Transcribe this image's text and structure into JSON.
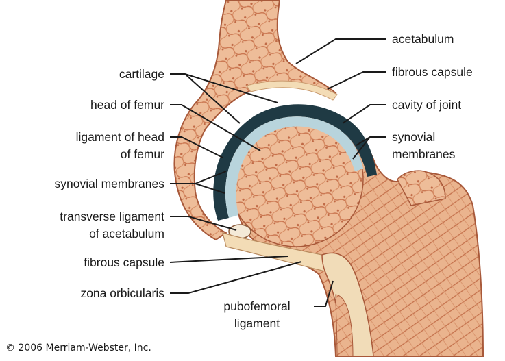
{
  "labels": {
    "acetabulum": "acetabulum",
    "fibrous_capsule_top": "fibrous capsule",
    "cavity_of_joint": "cavity of joint",
    "synovial_membranes_right_1": "synovial",
    "synovial_membranes_right_2": "membranes",
    "cartilage": "cartilage",
    "head_of_femur": "head of femur",
    "ligament_head_femur_1": "ligament of head",
    "ligament_head_femur_2": "of femur",
    "synovial_membranes_left": "synovial membranes",
    "transverse_ligament_1": "transverse ligament",
    "transverse_ligament_2": "of acetabulum",
    "fibrous_capsule_bottom": "fibrous capsule",
    "zona_orbicularis": "zona orbicularis",
    "pubofemoral_1": "pubofemoral",
    "pubofemoral_2": "ligament"
  },
  "copyright": "© 2006 Merriam-Webster, Inc.",
  "colors": {
    "bone": "#e8b58f",
    "bone_texture": "#c9744e",
    "cartilage": "#b8d4dc",
    "synovial": "#1f3a44",
    "capsule": "#f3dcb6",
    "leader": "#1a1a1a"
  }
}
